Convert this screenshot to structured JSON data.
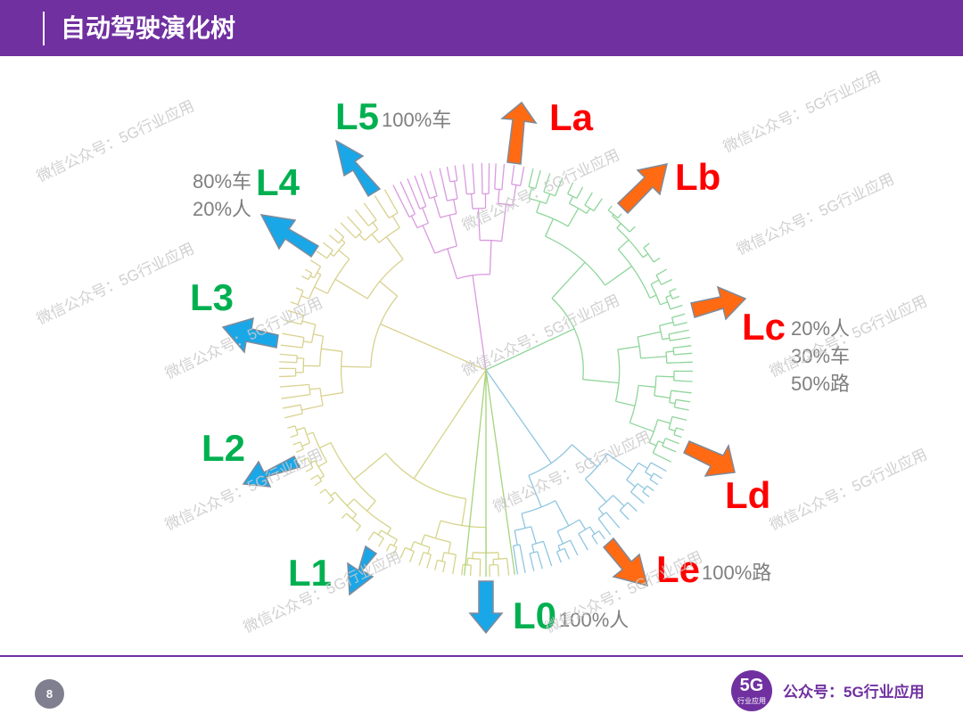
{
  "header": {
    "title": "自动驾驶演化树"
  },
  "levels": {
    "L0": "L0",
    "L1": "L1",
    "L2": "L2",
    "L3": "L3",
    "L4": "L4",
    "L5": "L5",
    "La": "La",
    "Lb": "Lb",
    "Lc": "Lc",
    "Ld": "Ld",
    "Le": "Le"
  },
  "notes": {
    "L5": "100%车",
    "L4_line1": "80%车",
    "L4_line2": "20%人",
    "Lc_line1": "20%人",
    "Lc_line2": "30%车",
    "Lc_line3": "50%路",
    "Le": "100%路",
    "L0": "100%人"
  },
  "watermark": "微信公众号：5G行业应用",
  "footer": {
    "page_number": "8",
    "logo_big": "5G",
    "logo_small": "行业应用",
    "brand": "公众号：5G行业应用"
  },
  "colors": {
    "accent": "#7030a0",
    "green_label": "#00b050",
    "red_label": "#ff0000",
    "blue_arrow": "#1aa7e8",
    "orange_arrow": "#ff6a13"
  }
}
